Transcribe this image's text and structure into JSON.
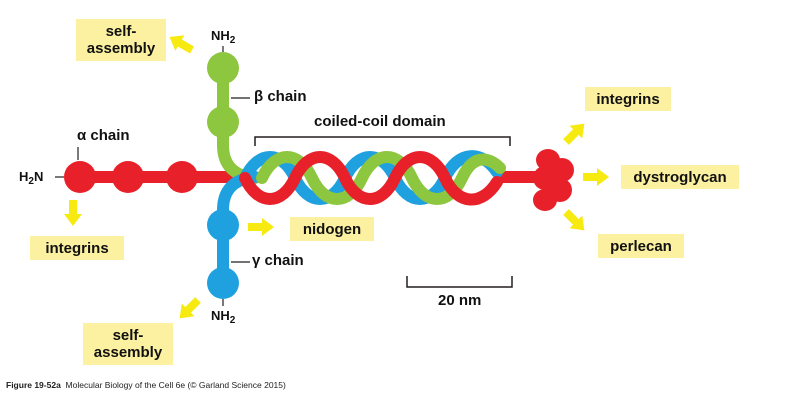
{
  "colors": {
    "alpha": "#e8202a",
    "beta": "#8dc63f",
    "gamma": "#1fa1e0",
    "arrow": "#f7ea10",
    "label_box": "#fcf1a0",
    "line": "#231f20"
  },
  "labels": {
    "self_assembly_top": {
      "line1": "self-",
      "line2": "assembly"
    },
    "self_assembly_bottom": {
      "line1": "self-",
      "line2": "assembly"
    },
    "integrins_left": "integrins",
    "integrins_right": "integrins",
    "dystroglycan": "dystroglycan",
    "perlecan": "perlecan",
    "nidogen": "nidogen",
    "alpha_chain": "α chain",
    "beta_chain": "β chain",
    "gamma_chain": "γ chain",
    "coiled_coil": "coiled-coil domain",
    "scale": "20 nm",
    "nh2_top": {
      "base": "NH",
      "sub": "2"
    },
    "nh2_bottom": {
      "base": "NH",
      "sub": "2"
    },
    "h2n": {
      "base": "H",
      "sub": "2",
      "tail": "N"
    }
  },
  "caption": {
    "prefix": "Figure 19-52a",
    "text": "Molecular Biology of the Cell 6e (© Garland Science 2015)"
  }
}
